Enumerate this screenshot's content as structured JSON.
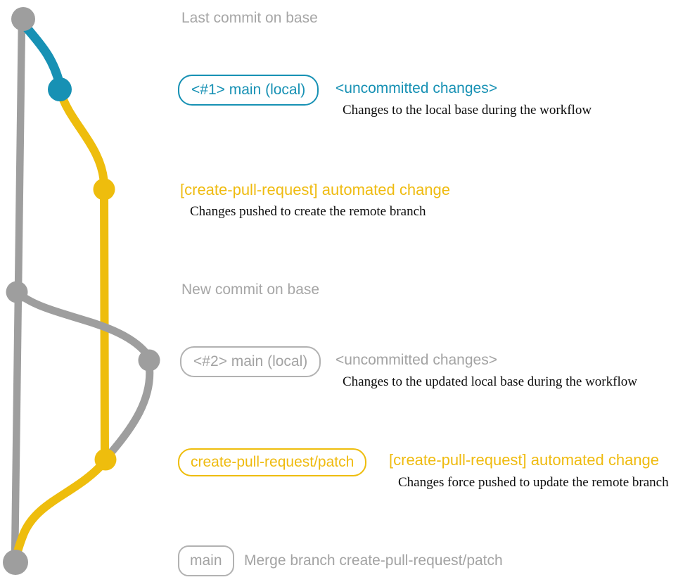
{
  "colors": {
    "base_branch": "#9e9e9e",
    "base_text": "#a6a6a6",
    "box_border_gray": "#b2b2b2",
    "box_text_gray": "#a3a3a3",
    "blue_branch": "#1791b4",
    "yellow_branch": "#eebd0d",
    "description_text": "#0d0d0d"
  },
  "rows": {
    "last_commit": {
      "heading": "Last commit on base"
    },
    "local_main_1": {
      "branch_label": "<#1> main (local)",
      "status": "<uncommitted changes>",
      "description": "Changes to the local base during the workflow"
    },
    "automated_change_1": {
      "commit_message": "[create-pull-request] automated change",
      "description": "Changes pushed to create the remote branch"
    },
    "new_commit": {
      "heading": "New commit on base"
    },
    "local_main_2": {
      "branch_label": "<#2> main (local)",
      "status": "<uncommitted changes>",
      "description": "Changes to the updated local base during the workflow"
    },
    "patch_branch": {
      "branch_label": "create-pull-request/patch",
      "commit_message": "[create-pull-request] automated change",
      "description": "Changes force pushed to update the remote branch"
    },
    "merge": {
      "branch_label": "main",
      "commit_message": "Merge branch create-pull-request/patch"
    }
  }
}
